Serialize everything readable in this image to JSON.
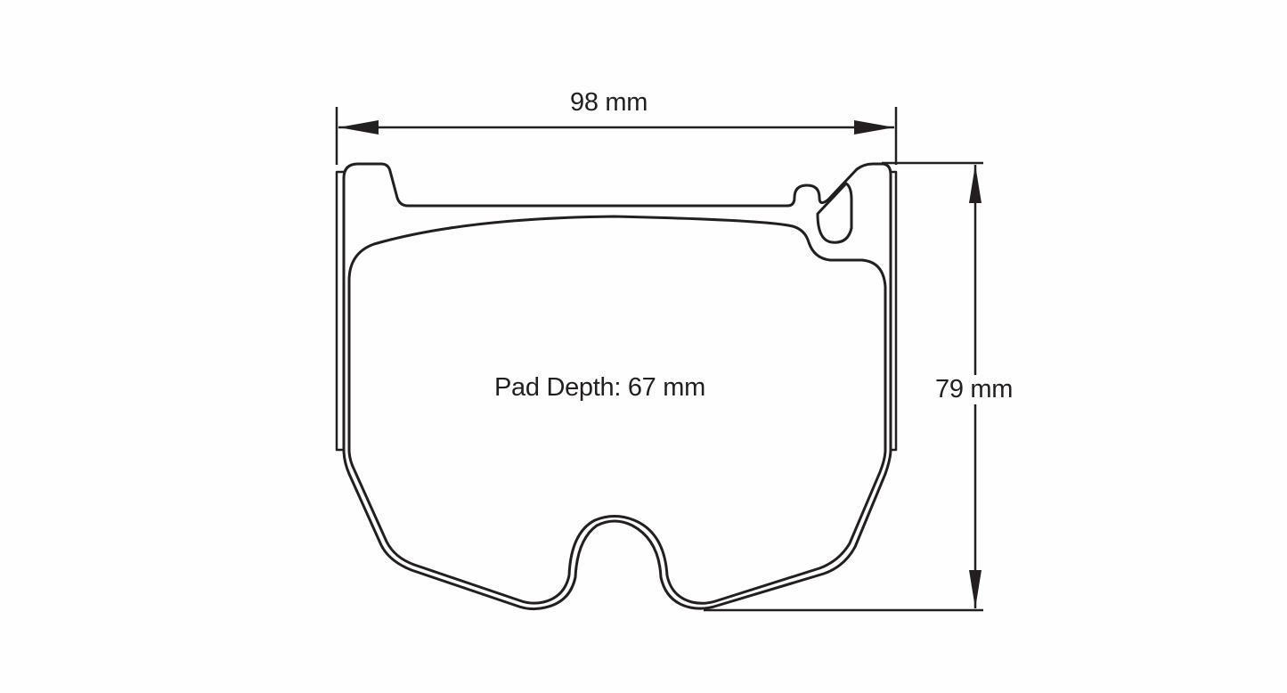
{
  "diagram": {
    "type": "brake-pad-technical-drawing",
    "dimensions": {
      "width_label": "98 mm",
      "height_label": "79 mm",
      "pad_depth_label": "Pad Depth: 67 mm"
    },
    "colors": {
      "line": "#231f20",
      "background": "#fefefe",
      "text": "#231f20"
    }
  }
}
